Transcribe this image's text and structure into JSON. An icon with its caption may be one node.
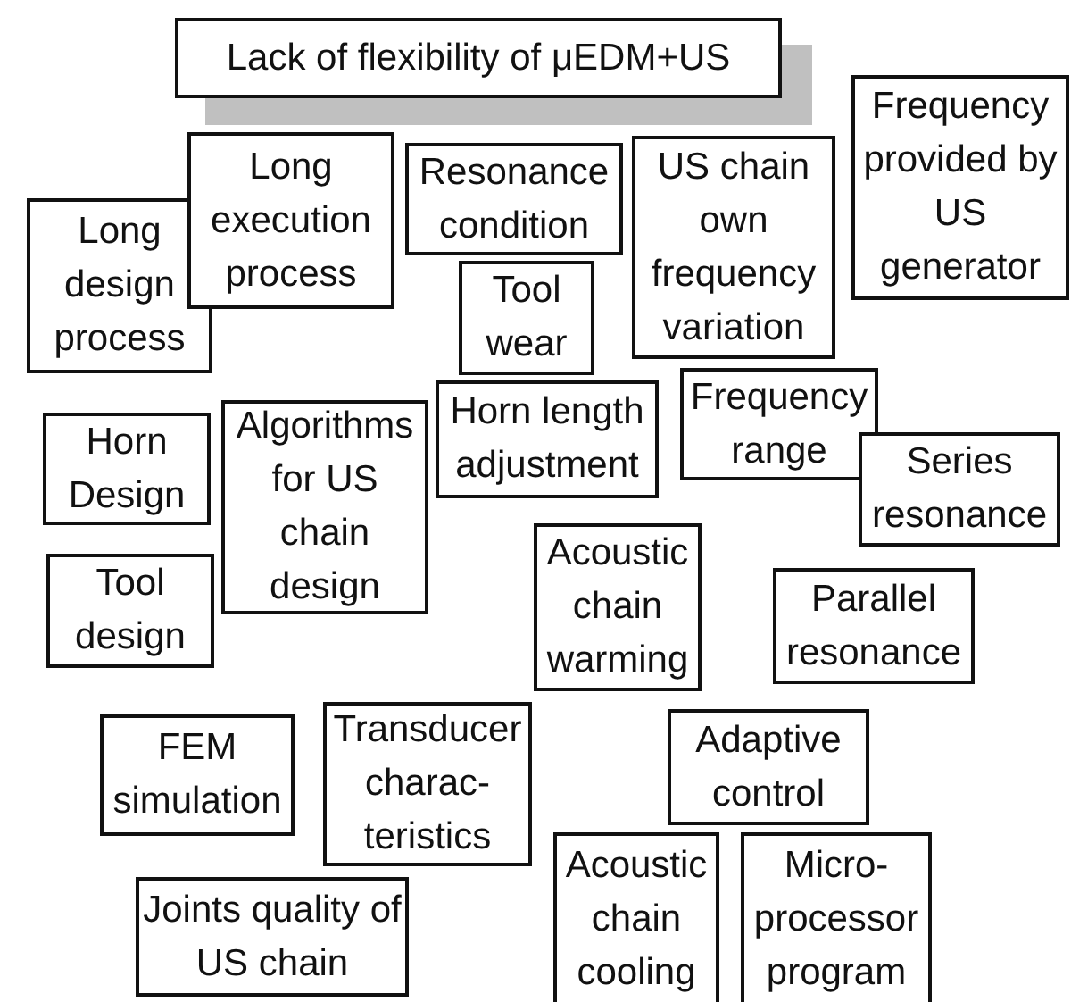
{
  "diagram": {
    "nodes": [
      {
        "text": [
          "Lack of flexibility of μEDM+US"
        ]
      },
      {
        "text": [
          "Long execution process"
        ]
      },
      {
        "text": [
          "Long design process"
        ]
      },
      {
        "text": [
          "Resonance condition"
        ]
      },
      {
        "text": [
          "Tool wear"
        ]
      },
      {
        "text": [
          "US chain own frequency variation"
        ]
      },
      {
        "text": [
          "Frequency provided by US generator"
        ]
      },
      {
        "text": [
          "Horn Design"
        ]
      },
      {
        "text": [
          "Algorithms for US chain design"
        ]
      },
      {
        "text": [
          "Horn length adjustment"
        ]
      },
      {
        "text": [
          "Frequency range"
        ]
      },
      {
        "text": [
          "Series resonance"
        ]
      },
      {
        "text": [
          "Tool design"
        ]
      },
      {
        "text": [
          "Acoustic chain warming"
        ]
      },
      {
        "text": [
          "Parallel resonance"
        ]
      },
      {
        "text": [
          "FEM simulation"
        ]
      },
      {
        "text": [
          "Transducer charac- teristics"
        ]
      },
      {
        "text": [
          "Adaptive control"
        ]
      },
      {
        "text": [
          "Joints quality of US chain"
        ]
      },
      {
        "text": [
          "Acoustic chain cooling"
        ]
      },
      {
        "text": [
          "Micro- processor program"
        ]
      }
    ]
  }
}
